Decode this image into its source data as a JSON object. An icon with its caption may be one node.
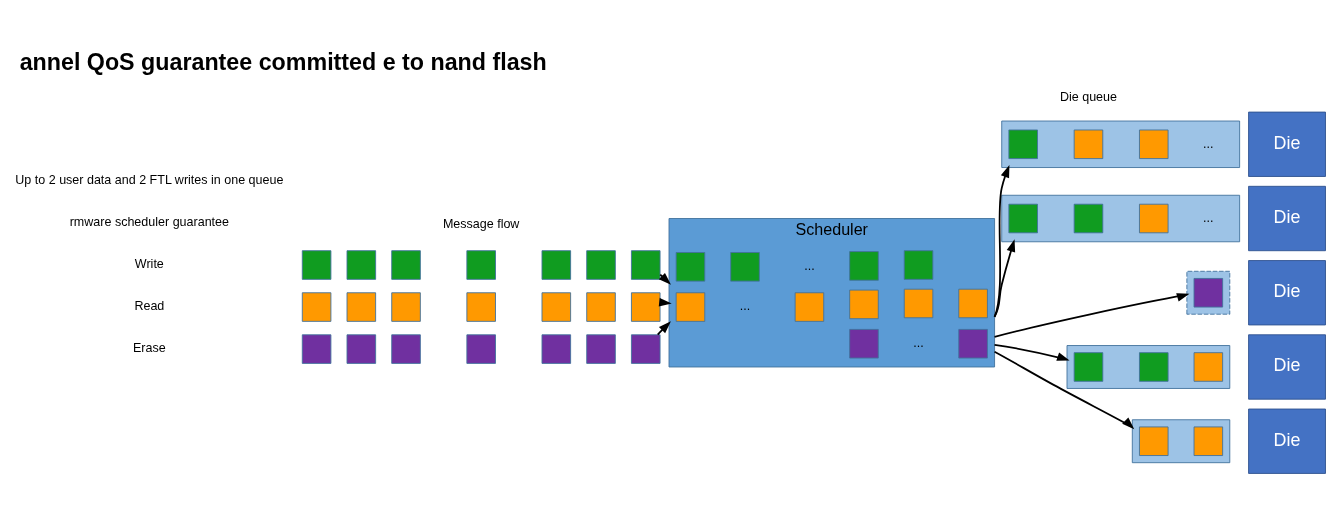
{
  "diagram": {
    "title": "annel QoS guarantee committed e to nand flash",
    "nodes": [
      {
        "text": [],
        "shape": "box"
      },
      {
        "text": [],
        "shape": "box"
      },
      {
        "text": [],
        "shape": "box"
      },
      {
        "text": [],
        "shape": "box"
      },
      {
        "text": [],
        "shape": "box"
      },
      {
        "text": [],
        "shape": "box"
      },
      {
        "text": [],
        "shape": "box"
      },
      {
        "text": [],
        "shape": "box"
      },
      {
        "text": [],
        "shape": "box"
      },
      {
        "text": [],
        "shape": "box"
      },
      {
        "text": [],
        "shape": "box"
      },
      {
        "text": [],
        "shape": "box"
      },
      {
        "text": [],
        "shape": "box"
      },
      {
        "text": [],
        "shape": "box"
      },
      {
        "text": [],
        "shape": "box"
      },
      {
        "text": [],
        "shape": "box"
      },
      {
        "text": [],
        "shape": "box"
      },
      {
        "text": [],
        "shape": "box"
      },
      {
        "text": [],
        "shape": "box"
      },
      {
        "text": [],
        "shape": "box"
      },
      {
        "text": [],
        "shape": "box"
      },
      {
        "text": [
          "Scheduler"
        ]
      },
      {
        "text": [],
        "shape": "box",
        "in": 21
      },
      {
        "text": [],
        "shape": "box",
        "in": 21
      },
      {
        "text": [],
        "shape": "box",
        "in": 21
      },
      {
        "text": [],
        "shape": "box",
        "in": 21
      },
      {
        "text": [],
        "shape": "box",
        "in": 21
      },
      {
        "text": [],
        "shape": "box",
        "in": 21
      },
      {
        "text": [],
        "shape": "box",
        "in": 21
      },
      {
        "text": [],
        "shape": "box",
        "in": 21
      },
      {
        "text": [],
        "shape": "box",
        "in": 21
      },
      {
        "text": [],
        "shape": "box",
        "in": 21
      },
      {
        "text": [],
        "shape": "box",
        "in": 21
      },
      {
        "text": [],
        "shape": "box"
      },
      {
        "text": [],
        "shape": "box",
        "in": 33
      },
      {
        "text": [],
        "shape": "box",
        "in": 33
      },
      {
        "text": [],
        "shape": "box",
        "in": 33
      },
      {
        "text": [
          "Die"
        ]
      },
      {
        "text": [],
        "shape": "box"
      },
      {
        "text": [],
        "shape": "box",
        "in": 38
      },
      {
        "text": [],
        "shape": "box",
        "in": 38
      },
      {
        "text": [],
        "shape": "box",
        "in": 38
      },
      {
        "text": [
          "Die"
        ]
      },
      {
        "text": [],
        "shape": "box"
      },
      {
        "text": [],
        "shape": "box",
        "in": 43
      },
      {
        "text": [],
        "shape": "box",
        "in": 43
      },
      {
        "text": [
          "Die"
        ]
      },
      {
        "text": [],
        "shape": "box"
      },
      {
        "text": [],
        "shape": "box",
        "in": 47
      },
      {
        "text": [
          "Die"
        ]
      },
      {
        "text": [],
        "shape": "box"
      },
      {
        "text": [],
        "shape": "box",
        "in": 50
      },
      {
        "text": [],
        "shape": "box",
        "in": 50
      },
      {
        "text": [],
        "shape": "box",
        "in": 50
      },
      {
        "text": [
          "Die"
        ]
      }
    ],
    "edges": [
      {
        "from": 6,
        "to": 21,
        "arrow": "to"
      },
      {
        "from": 13,
        "to": 21,
        "arrow": "to"
      },
      {
        "from": 20,
        "to": 21,
        "arrow": "to"
      },
      {
        "from": 21,
        "to": 33,
        "arrow": "to"
      },
      {
        "from": 21,
        "to": 38,
        "arrow": "to"
      },
      {
        "from": 21,
        "to": 43,
        "arrow": "to"
      },
      {
        "from": 21,
        "to": 47,
        "arrow": "to"
      },
      {
        "from": 21,
        "to": 50,
        "arrow": "to"
      }
    ],
    "labels": [
      "Die queue",
      "Message flow",
      "Write",
      "Read",
      "Erase",
      "...",
      "...",
      "...",
      "...",
      "...",
      "rmware scheduler guarantee",
      "Up to 2 user data and 2 FTL writes in one queue"
    ]
  }
}
